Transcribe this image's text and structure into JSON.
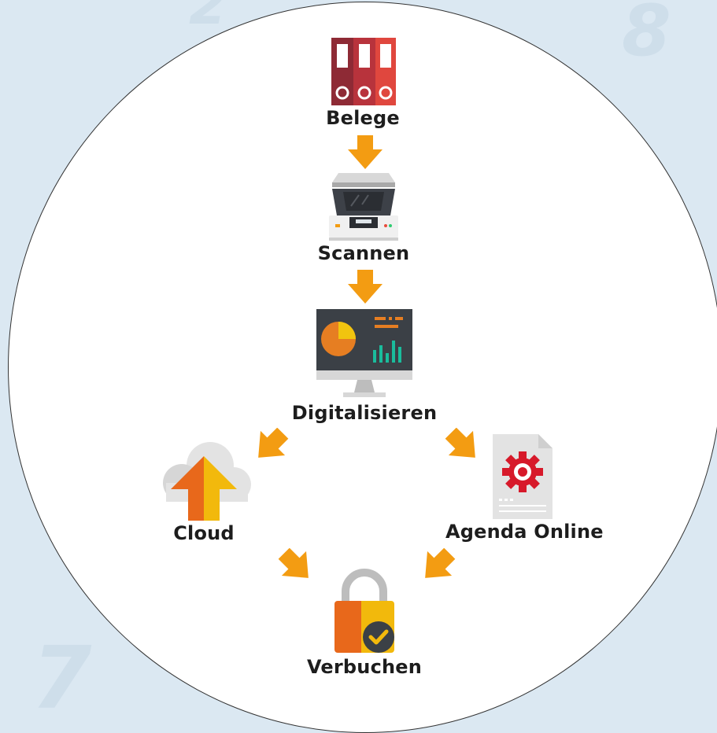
{
  "nodes": {
    "belege": {
      "label": "Belege",
      "icon": "binders-icon"
    },
    "scannen": {
      "label": "Scannen",
      "icon": "scanner-icon"
    },
    "digitalisieren": {
      "label": "Digitalisieren",
      "icon": "monitor-chart-icon"
    },
    "cloud": {
      "label": "Cloud",
      "icon": "cloud-upload-icon"
    },
    "agenda": {
      "label": "Agenda Online",
      "icon": "document-gear-icon"
    },
    "verbuchen": {
      "label": "Verbuchen",
      "icon": "padlock-check-icon"
    }
  },
  "colors": {
    "arrow": "#f39c12",
    "background": "#dbe8f2",
    "circle": "#ffffff",
    "text": "#1d1d1d"
  }
}
